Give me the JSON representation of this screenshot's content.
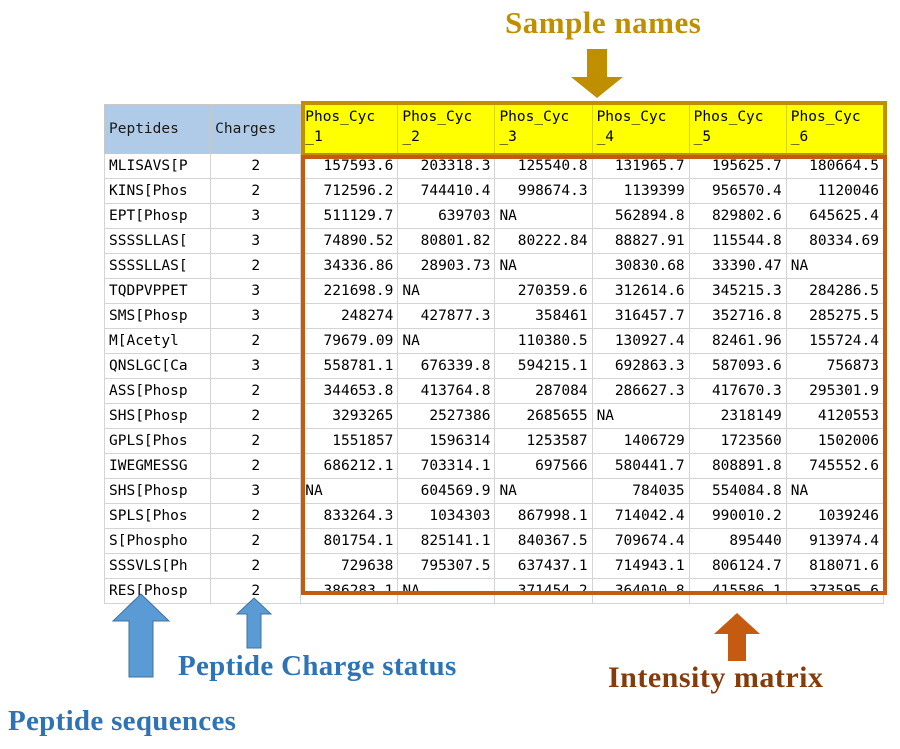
{
  "annotations": {
    "sample_names": {
      "label": "Sample names",
      "color": "#BF8F00",
      "arrow": "down-arrow"
    },
    "intensity_matrix": {
      "label": "Intensity matrix",
      "color": "#843C0C",
      "arrow": "up-arrow"
    },
    "peptide_charge": {
      "label": "Peptide Charge status",
      "color": "#2E74B5",
      "arrow": "up-arrow"
    },
    "peptide_sequences": {
      "label": "Peptide sequences",
      "color": "#2E74B5",
      "arrow": "up-arrow"
    }
  },
  "highlights": {
    "header_box_color": "#BF8F00",
    "matrix_box_color": "#C55A11",
    "header_fill": "#FFFF00",
    "index_header_fill": "#AFCBE8"
  },
  "table": {
    "index_headers": [
      "Peptides",
      "Charges"
    ],
    "sample_headers": [
      "Phos_Cyc\n_1",
      "Phos_Cyc\n_2",
      "Phos_Cyc\n_3",
      "Phos_Cyc\n_4",
      "Phos_Cyc\n_5",
      "Phos_Cyc\n_6"
    ],
    "rows": [
      {
        "peptide": "MLISAVS[P",
        "charge": "2",
        "values": [
          "157593.6",
          "203318.3",
          "125540.8",
          "131965.7",
          "195625.7",
          "180664.5"
        ]
      },
      {
        "peptide": "KINS[Phos",
        "charge": "2",
        "values": [
          "712596.2",
          "744410.4",
          "998674.3",
          "1139399",
          "956570.4",
          "1120046"
        ]
      },
      {
        "peptide": "EPT[Phosp",
        "charge": "3",
        "values": [
          "511129.7",
          "639703",
          "NA",
          "562894.8",
          "829802.6",
          "645625.4"
        ]
      },
      {
        "peptide": "SSSSLLAS[",
        "charge": "3",
        "values": [
          "74890.52",
          "80801.82",
          "80222.84",
          "88827.91",
          "115544.8",
          "80334.69"
        ]
      },
      {
        "peptide": "SSSSLLAS[",
        "charge": "2",
        "values": [
          "34336.86",
          "28903.73",
          "NA",
          "30830.68",
          "33390.47",
          "NA"
        ]
      },
      {
        "peptide": "TQDPVPPET",
        "charge": "3",
        "values": [
          "221698.9",
          "NA",
          "270359.6",
          "312614.6",
          "345215.3",
          "284286.5"
        ]
      },
      {
        "peptide": "SMS[Phosp",
        "charge": "3",
        "values": [
          "248274",
          "427877.3",
          "358461",
          "316457.7",
          "352716.8",
          "285275.5"
        ]
      },
      {
        "peptide": "M[Acetyl",
        "charge": "2",
        "values": [
          "79679.09",
          "NA",
          "110380.5",
          "130927.4",
          "82461.96",
          "155724.4"
        ]
      },
      {
        "peptide": "QNSLGC[Ca",
        "charge": "3",
        "values": [
          "558781.1",
          "676339.8",
          "594215.1",
          "692863.3",
          "587093.6",
          "756873"
        ]
      },
      {
        "peptide": "ASS[Phosp",
        "charge": "2",
        "values": [
          "344653.8",
          "413764.8",
          "287084",
          "286627.3",
          "417670.3",
          "295301.9"
        ]
      },
      {
        "peptide": "SHS[Phosp",
        "charge": "2",
        "values": [
          "3293265",
          "2527386",
          "2685655",
          "NA",
          "2318149",
          "4120553"
        ]
      },
      {
        "peptide": "GPLS[Phos",
        "charge": "2",
        "values": [
          "1551857",
          "1596314",
          "1253587",
          "1406729",
          "1723560",
          "1502006"
        ]
      },
      {
        "peptide": "IWEGMESSG",
        "charge": "2",
        "values": [
          "686212.1",
          "703314.1",
          "697566",
          "580441.7",
          "808891.8",
          "745552.6"
        ]
      },
      {
        "peptide": "SHS[Phosp",
        "charge": "3",
        "values": [
          "NA",
          "604569.9",
          "NA",
          "784035",
          "554084.8",
          "NA"
        ]
      },
      {
        "peptide": "SPLS[Phos",
        "charge": "2",
        "values": [
          "833264.3",
          "1034303",
          "867998.1",
          "714042.4",
          "990010.2",
          "1039246"
        ]
      },
      {
        "peptide": "S[Phospho",
        "charge": "2",
        "values": [
          "801754.1",
          "825141.1",
          "840367.5",
          "709674.4",
          "895440",
          "913974.4"
        ]
      },
      {
        "peptide": "SSSVLS[Ph",
        "charge": "2",
        "values": [
          "729638",
          "795307.5",
          "637437.1",
          "714943.1",
          "806124.7",
          "818071.6"
        ]
      },
      {
        "peptide": "RES[Phosp",
        "charge": "2",
        "values": [
          "386283.1",
          "NA",
          "371454.2",
          "364010.8",
          "415586.1",
          "373595.6"
        ]
      }
    ]
  }
}
